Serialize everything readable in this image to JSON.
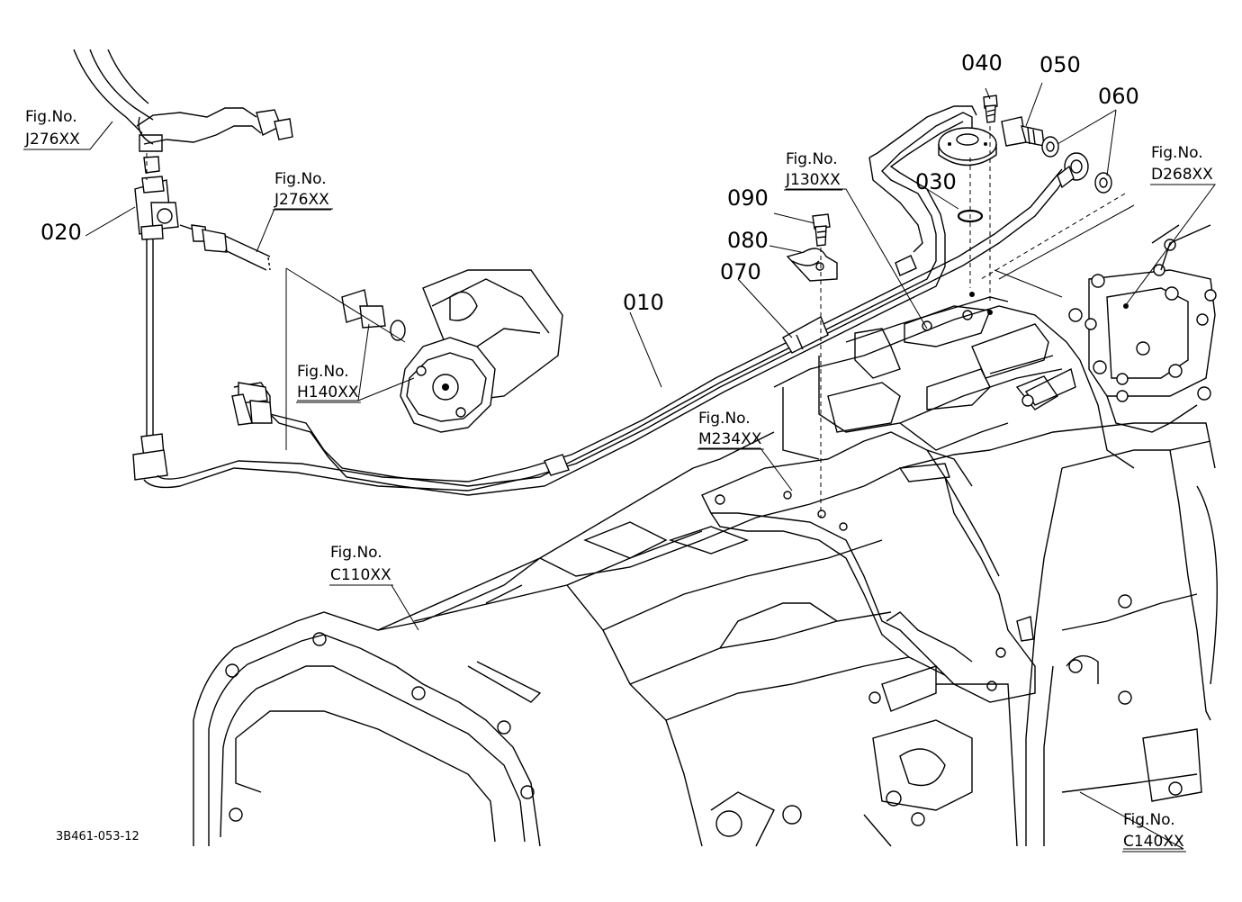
{
  "diagram": {
    "drawing_code": "3B461-053-12",
    "fig_prefix": "Fig.No.",
    "part_labels": [
      "010",
      "020",
      "030",
      "040",
      "050",
      "060",
      "070",
      "080",
      "090"
    ],
    "figure_refs": [
      "J276XX",
      "J276XX",
      "H140XX",
      "J130XX",
      "D268XX",
      "M234XX",
      "C110XX",
      "C140XX"
    ]
  }
}
